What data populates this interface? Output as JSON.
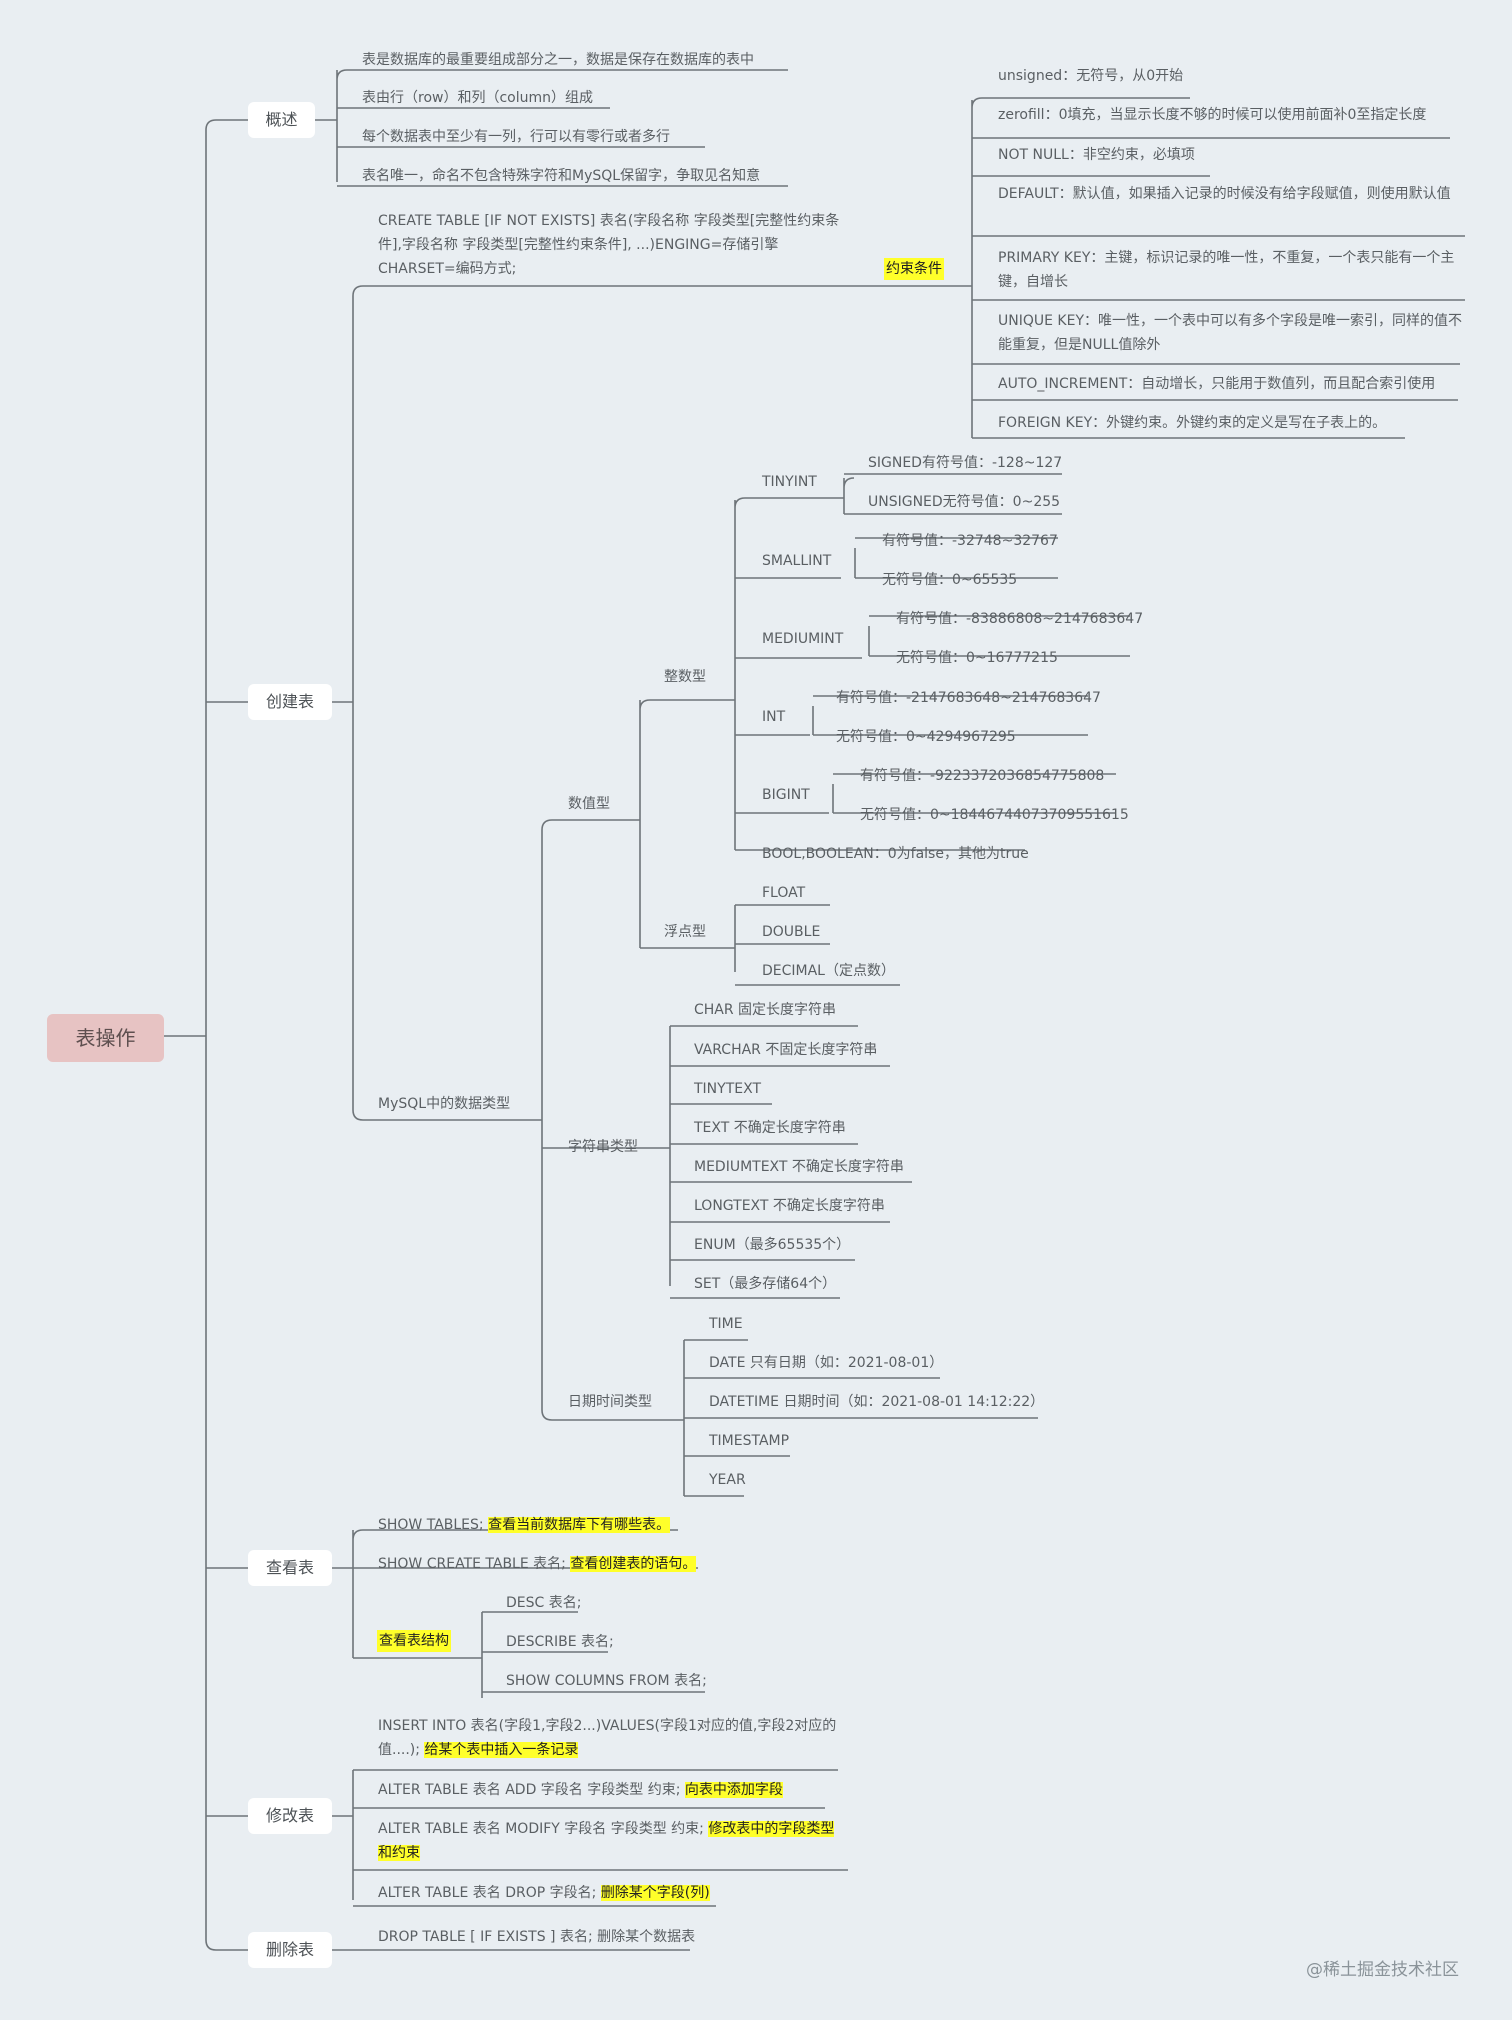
{
  "root": "表操作",
  "categories": {
    "overview": "概述",
    "create": "创建表",
    "view": "查看表",
    "modify": "修改表",
    "delete": "删除表"
  },
  "overview_items": [
    "表是数据库的最重要组成部分之一，数据是保存在数据库的表中",
    "表由行（row）和列（column）组成",
    "每个数据表中至少有一列，行可以有零行或者多行",
    "表名唯一，命名不包含特殊字符和MySQL保留字，争取见名知意"
  ],
  "create": {
    "syntax": "CREATE TABLE [IF NOT EXISTS] 表名(字段名称 字段类型[完整性约束条件],字段名称 字段类型[完整性约束条件], ...)ENGING=存储引擎 CHARSET=编码方式;",
    "constraints_label": "约束条件",
    "constraints": [
      "unsigned：无符号，从0开始",
      "zerofill：0填充，当显示长度不够的时候可以使用前面补0至指定长度",
      "NOT NULL：非空约束，必填项",
      "DEFAULT：默认值，如果插入记录的时候没有给字段赋值，则使用默认值",
      "PRIMARY KEY：主键，标识记录的唯一性，不重复，一个表只能有一个主键，自增长",
      "UNIQUE KEY：唯一性，一个表中可以有多个字段是唯一索引，同样的值不能重复，但是NULL值除外",
      "AUTO_INCREMENT：自动增长，只能用于数值列，而且配合索引使用",
      "FOREIGN KEY：外键约束。外键约束的定义是写在子表上的。"
    ],
    "datatypes_label": "MySQL中的数据类型",
    "numeric_label": "数值型",
    "integer_label": "整数型",
    "integers": [
      {
        "name": "TINYINT",
        "signed": "SIGNED有符号值：-128~127",
        "unsigned": "UNSIGNED无符号值：0~255"
      },
      {
        "name": "SMALLINT",
        "signed": "有符号值：-32748~32767",
        "unsigned": "无符号值：0~65535"
      },
      {
        "name": "MEDIUMINT",
        "signed": "有符号值：-83886808~2147683647",
        "unsigned": "无符号值：0~16777215"
      },
      {
        "name": "INT",
        "signed": "有符号值：-2147683648~2147683647",
        "unsigned": "无符号值：0~4294967295"
      },
      {
        "name": "BIGINT",
        "signed": "有符号值：-9223372036854775808",
        "unsigned": "无符号值：0~18446744073709551615"
      }
    ],
    "bool": "BOOL,BOOLEAN：0为false，其他为true",
    "float_label": "浮点型",
    "floats": [
      "FLOAT",
      "DOUBLE",
      "DECIMAL（定点数）"
    ],
    "string_label": "字符串类型",
    "strings": [
      "CHAR 固定长度字符串",
      "VARCHAR 不固定长度字符串",
      "TINYTEXT",
      "TEXT 不确定长度字符串",
      "MEDIUMTEXT 不确定长度字符串",
      "LONGTEXT 不确定长度字符串",
      "ENUM（最多65535个）",
      "SET（最多存储64个）"
    ],
    "datetime_label": "日期时间类型",
    "datetimes": [
      "TIME",
      "DATE 只有日期（如：2021-08-01）",
      "DATETIME 日期时间（如：2021-08-01 14:12:22）",
      "TIMESTAMP",
      "YEAR"
    ]
  },
  "view": {
    "show_tables": "SHOW TABLES;",
    "show_tables_note": "查看当前数据库下有哪些表。",
    "show_create": "SHOW CREATE TABLE 表名;",
    "show_create_note": "查看创建表的语句。",
    "structure_label": "查看表结构",
    "structure": [
      "DESC 表名;",
      "DESCRIBE 表名;",
      "SHOW COLUMNS FROM 表名;"
    ]
  },
  "modify": {
    "insert_line1": "INSERT INTO 表名(字段1,字段2...)VALUES(字段1对应的值,字段2对应的",
    "insert_line2": "值....);",
    "insert_note": "给某个表中插入一条记录",
    "add": "ALTER TABLE 表名 ADD 字段名 字段类型 约束;",
    "add_note": "向表中添加字段",
    "modify_line1": "ALTER TABLE 表名 MODIFY 字段名 字段类型 约束;",
    "modify_note1": "修改表中的字段类型",
    "modify_note2": "和约束",
    "drop": "ALTER TABLE 表名 DROP 字段名;",
    "drop_note": "删除某个字段(列)"
  },
  "delete": {
    "drop_table": "DROP TABLE [ IF EXISTS ] 表名; 删除某个数据表"
  },
  "watermark": "@稀土掘金技术社区"
}
